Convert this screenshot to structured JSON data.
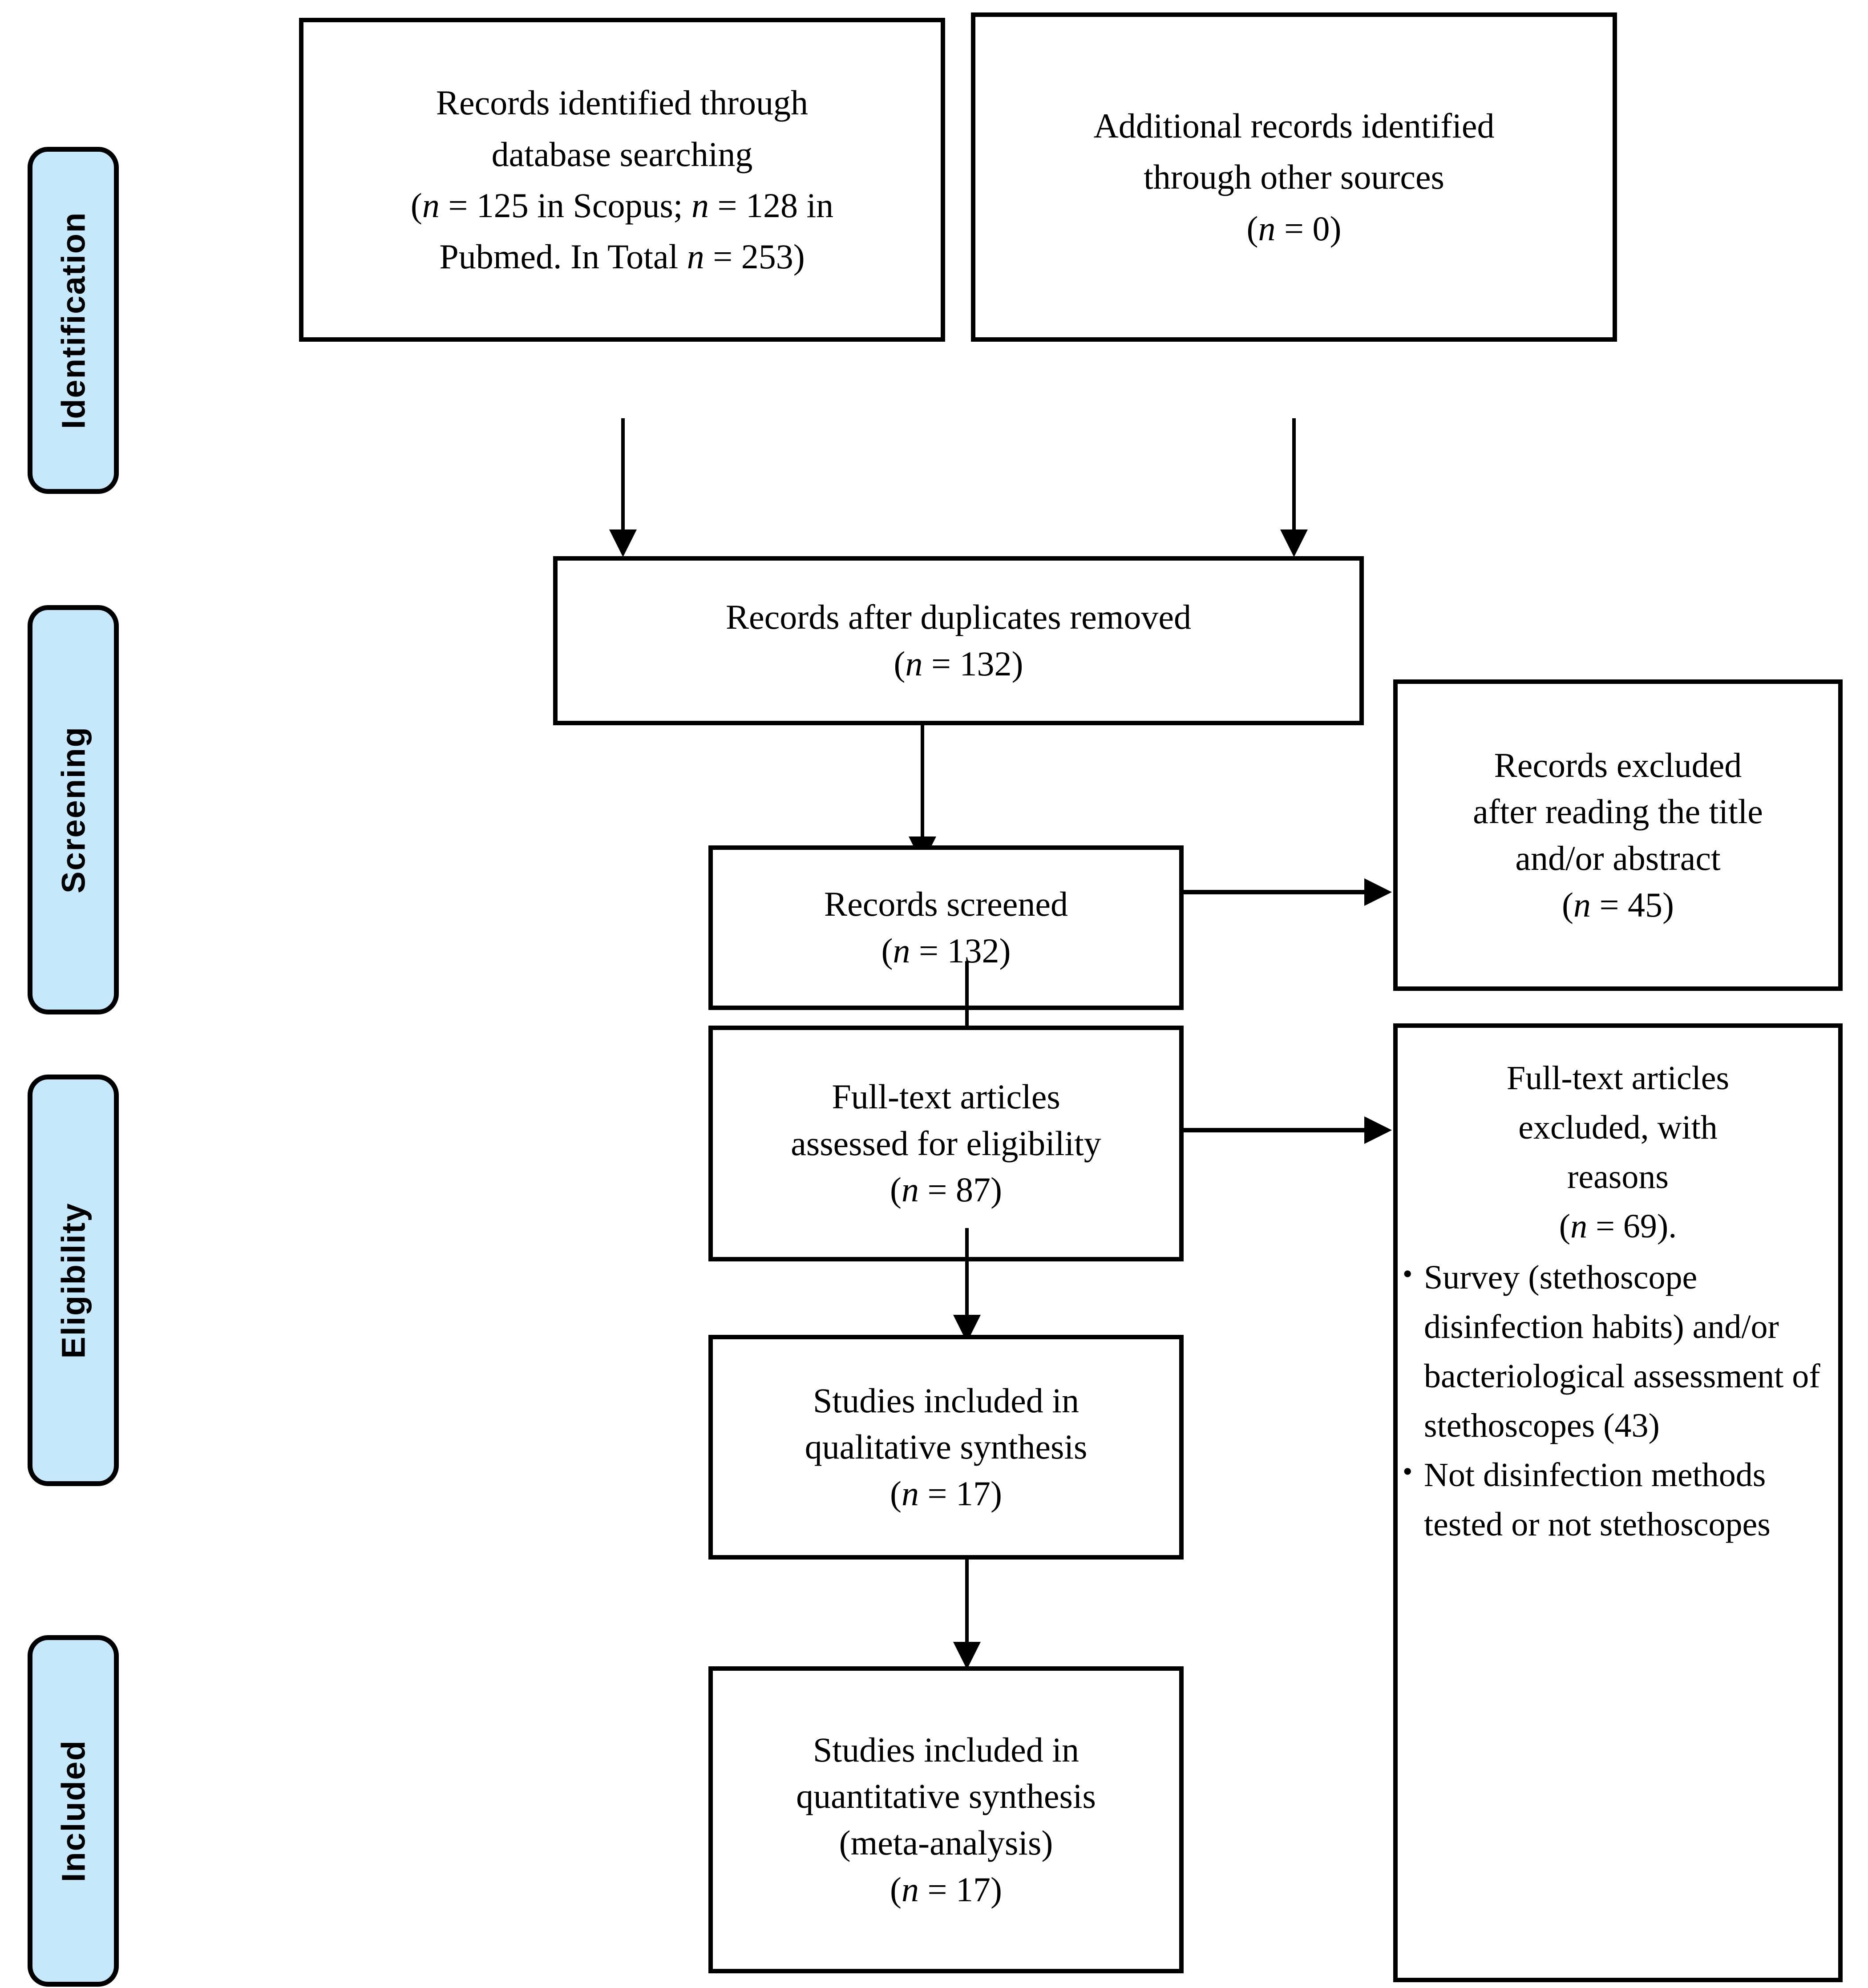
{
  "figure": {
    "type": "prisma-flow-diagram",
    "accent_color": "#c5e8fb",
    "line_color": "#000000",
    "background": "#ffffff"
  },
  "stages": [
    {
      "id": "identification",
      "label": "Identification"
    },
    {
      "id": "screening",
      "label": "Screening"
    },
    {
      "id": "eligibility",
      "label": "Eligibility"
    },
    {
      "id": "included",
      "label": "Included"
    }
  ],
  "boxes": {
    "database_search": {
      "lines": [
        "Records identified through",
        "database searching",
        "(n = 125 in Scopus; n = 128 in",
        "Pubmed. In Total n = 253)"
      ]
    },
    "other_sources": {
      "lines": [
        "Additional records identified",
        "through other sources",
        "(n = 0)"
      ]
    },
    "after_duplicates": {
      "lines": [
        "Records after duplicates removed",
        "(n = 132)"
      ]
    },
    "records_screened": {
      "lines": [
        "Records screened",
        "(n = 132)"
      ]
    },
    "records_excluded": {
      "lines": [
        "Records excluded",
        "after reading the title",
        "and/or abstract",
        "(n = 45)"
      ]
    },
    "fulltext_assessed": {
      "lines": [
        "Full-text articles",
        "assessed for eligibility",
        "(n = 87)"
      ]
    },
    "fulltext_excluded": {
      "lines": [
        "Full-text articles",
        "excluded, with",
        "reasons",
        "(n = 69)."
      ],
      "bullets": [
        "Survey (stethoscope disinfection habits) and/or bacteriological assessment of stethoscopes (43)",
        "Not disinfection methods tested or not stethoscopes"
      ]
    },
    "qualitative": {
      "lines": [
        "Studies included in",
        "qualitative synthesis",
        "(n = 17)"
      ]
    },
    "quantitative": {
      "lines": [
        "Studies included in",
        "quantitative synthesis",
        "(meta-analysis)",
        "(n = 17)"
      ]
    }
  },
  "counts": {
    "scopus": 125,
    "pubmed": 128,
    "total_identified": 253,
    "other_sources": 0,
    "after_duplicates": 132,
    "screened": 132,
    "excluded_title_abstract": 45,
    "fulltext_assessed": 87,
    "fulltext_excluded": 69,
    "reason_survey_or_bacteriological": 43,
    "qualitative_synthesis": 17,
    "quantitative_synthesis": 17
  }
}
